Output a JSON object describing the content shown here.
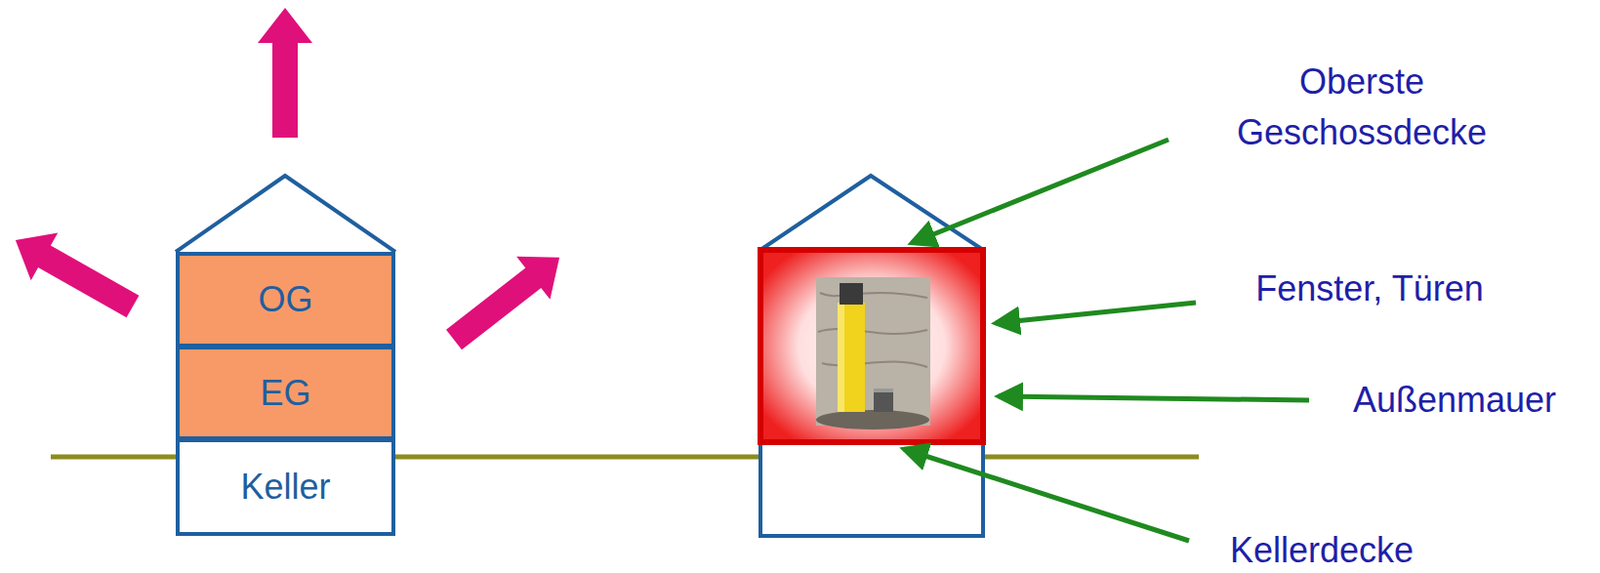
{
  "diagram": {
    "nodes": [
      {
        "text": [
          "OG"
        ]
      },
      {
        "text": [
          "EG"
        ]
      },
      {
        "text": [
          "Keller"
        ]
      }
    ],
    "labels": [
      "Oberste Geschossdecke",
      "Fenster, Türen",
      "Außenmauer",
      "Kellerdecke"
    ]
  }
}
